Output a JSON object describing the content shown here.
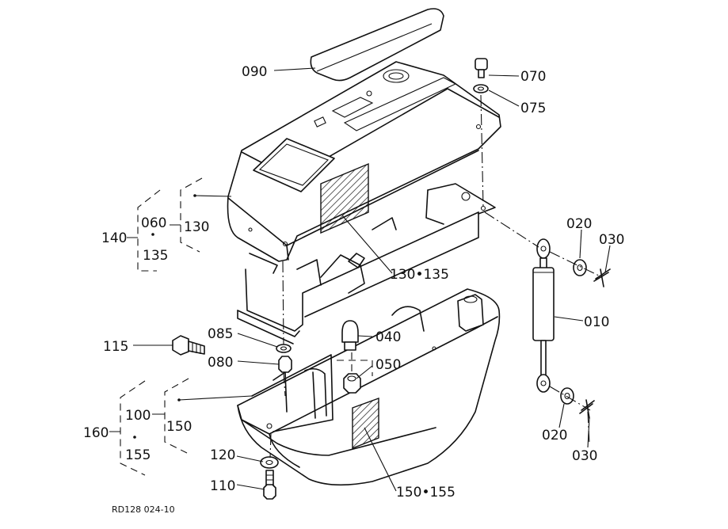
{
  "diagram": {
    "parts": {
      "p090": "090",
      "p070": "070",
      "p075": "075",
      "p020a": "020",
      "p030a": "030",
      "p010": "010",
      "p020b": "020",
      "p030b": "030",
      "p130_135": "130•135",
      "p040": "040",
      "p050": "050",
      "p085": "085",
      "p115": "115",
      "p080": "080",
      "p120": "120",
      "p110": "110",
      "p150_155": "150•155"
    },
    "group_upper": {
      "outer": "140",
      "a": "060",
      "b": "130",
      "c": "135"
    },
    "group_lower": {
      "outer": "160",
      "a": "100",
      "b": "150",
      "c": "155"
    },
    "footer_code": "RD128  024-10"
  },
  "colors": {
    "ink": "#111111",
    "paper": "#ffffff"
  }
}
